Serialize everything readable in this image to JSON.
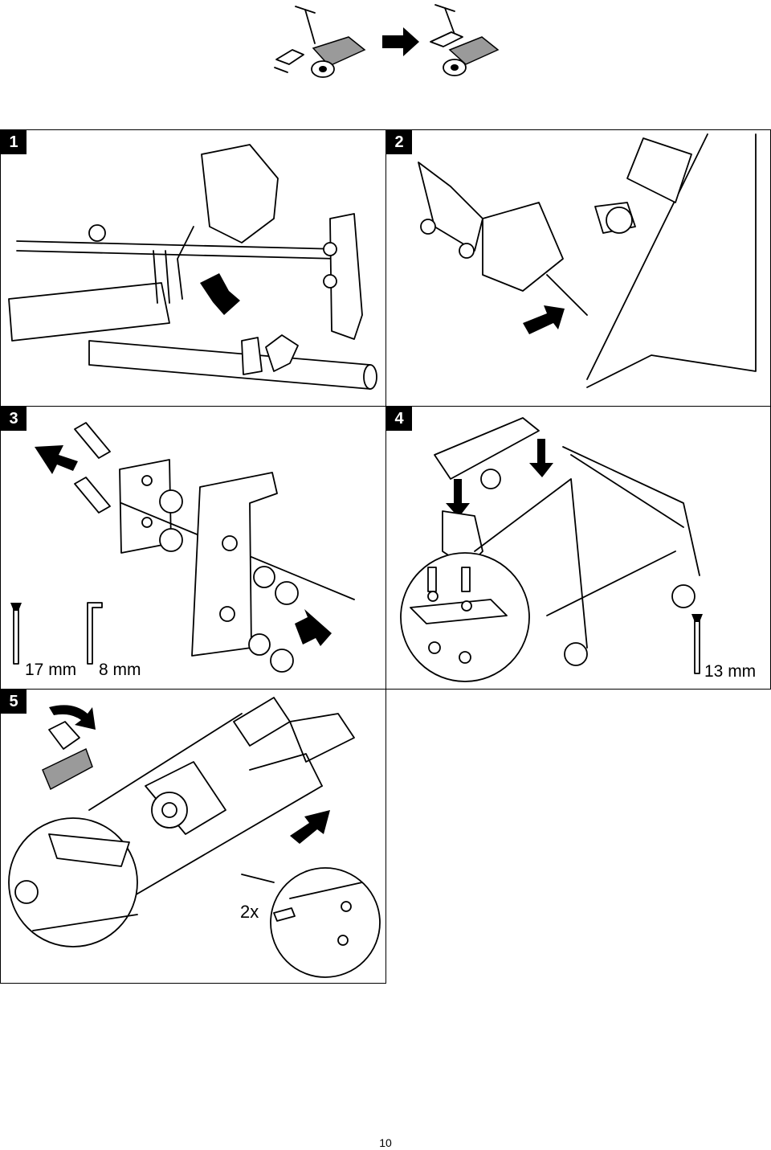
{
  "steps": [
    {
      "number": "1"
    },
    {
      "number": "2"
    },
    {
      "number": "3",
      "tools": [
        "17 mm",
        "8 mm"
      ]
    },
    {
      "number": "4",
      "tools": [
        "13 mm"
      ]
    },
    {
      "number": "5",
      "multiplier": "2x"
    }
  ],
  "page": {
    "number": "10"
  }
}
